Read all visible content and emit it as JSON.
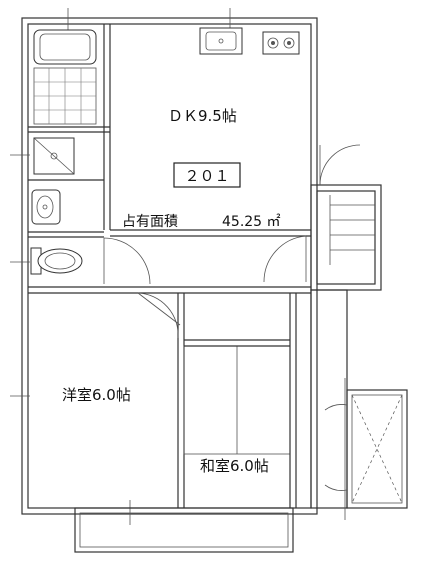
{
  "rooms": {
    "dk": "ＤＫ9.5帖",
    "western": "洋室6.0帖",
    "japanese": "和室6.0帖"
  },
  "unit_number": "２０１",
  "area": {
    "label": "占有面積",
    "value": "45.25 ㎡"
  }
}
